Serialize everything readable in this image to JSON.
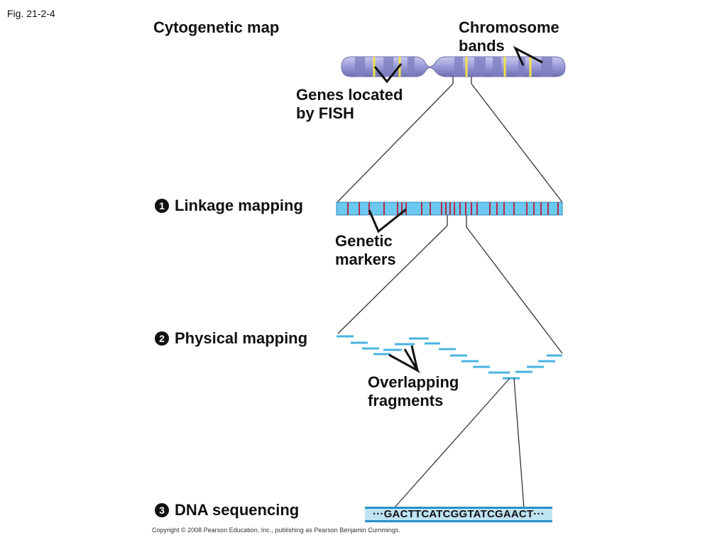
{
  "figure_label": "Fig. 21-2-4",
  "copyright": "Copyright © 2008 Pearson Education, Inc., publishing as Pearson Benjamin Cummings.",
  "cytogenetic": {
    "title": "Cytogenetic map",
    "chromosome_bands_label": [
      "Chromosome",
      "bands"
    ],
    "genes_fish_label": [
      "Genes located",
      "by FISH"
    ]
  },
  "steps": [
    {
      "number": "1",
      "label": "Linkage mapping"
    },
    {
      "number": "2",
      "label": "Physical mapping"
    },
    {
      "number": "3",
      "label": "DNA sequencing"
    }
  ],
  "genetic_markers_label": [
    "Genetic",
    "markers"
  ],
  "overlapping_fragments_label": [
    "Overlapping",
    "fragments"
  ],
  "dna_sequence": "···GACTTCATCGGTATCGAACT···",
  "colors": {
    "chromosome": "#8e8fcf",
    "fish_band": "#f2e34a",
    "linkage_bar": "#6cc8ee",
    "marker": "#b52a4a",
    "fragment": "#48b4e0",
    "sequence_box": "#bfe4f4"
  }
}
